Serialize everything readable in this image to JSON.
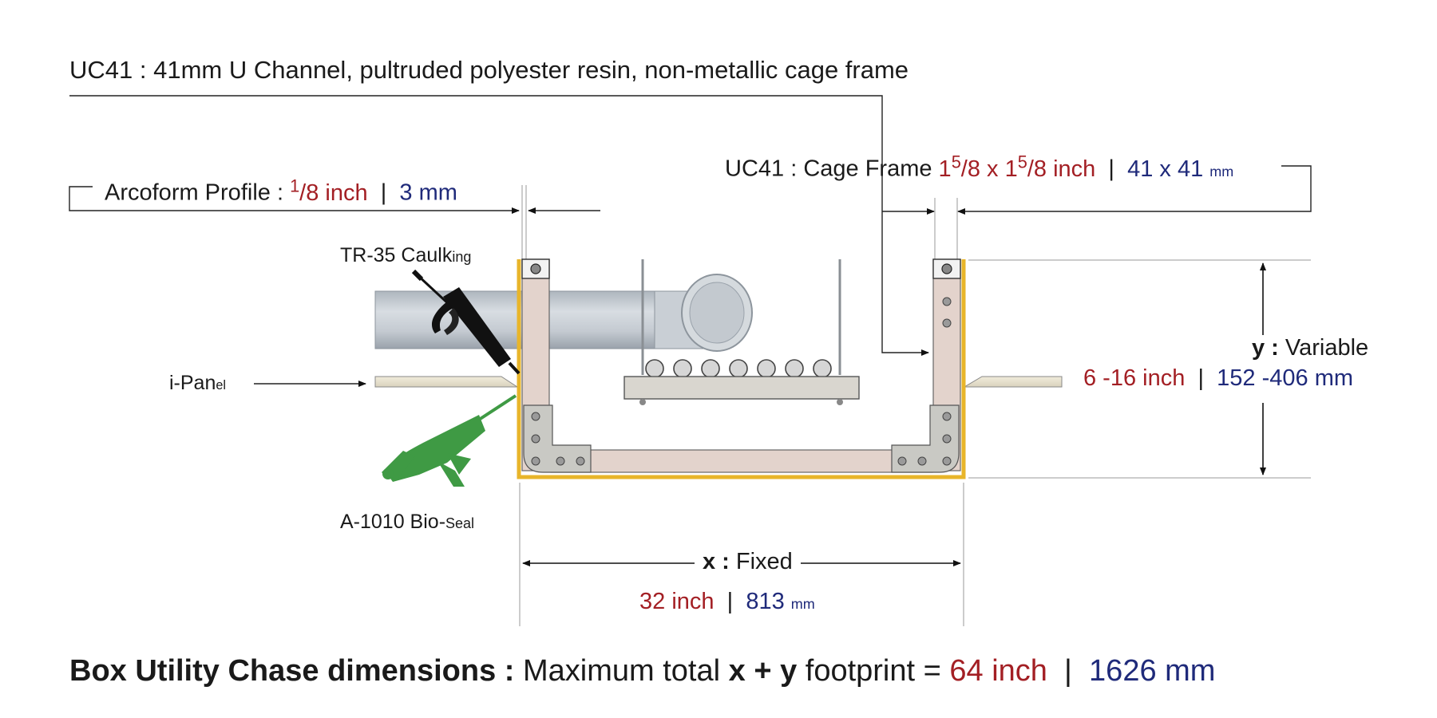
{
  "title": "UC41 : 41mm U Channel, pultruded polyester resin, non-metallic cage frame",
  "arcoform": {
    "label": "Arcoform Profile : ",
    "frac_num": "1",
    "frac_den": "/8",
    "inch": "inch",
    "sep": "|",
    "mm": "3 mm"
  },
  "cage_frame": {
    "label": "UC41 : Cage Frame ",
    "inch_a": "1",
    "sup_a": "5",
    "den_a": "/8 x 1",
    "sup_b": "5",
    "den_b": "/8 inch",
    "sep": "|",
    "mm_value": "41 x 41",
    "mm_unit": "mm"
  },
  "caulking": {
    "main": "TR-35 Caulk",
    "small": "ing"
  },
  "ipanel": {
    "main": "i-Pan",
    "small": "el"
  },
  "bioseal": {
    "main": "A-1010 Bio-",
    "small": "Seal"
  },
  "y_dim": {
    "label_bold": "y :",
    "label": " Variable",
    "inch": "6 -16 inch",
    "sep": "|",
    "mm": "152 -406 mm"
  },
  "x_dim": {
    "label_bold": "x :",
    "label": " Fixed",
    "inch": "32 inch",
    "sep": "|",
    "mm_value": "813",
    "mm_unit": "mm"
  },
  "footer": {
    "bold": "Box Utility Chase dimensions :",
    "text": " Maximum total  ",
    "bold2": "x + y",
    "text2": " footprint = ",
    "inch": "64 inch",
    "sep": "|",
    "mm": "1626 mm"
  },
  "colors": {
    "inch": "#a31f24",
    "mm": "#1f2a7a",
    "frame": "#e3d3cc",
    "seal": "#e8b52a",
    "gun_green": "#3f9a44",
    "pipe": "#c2c8cf"
  }
}
